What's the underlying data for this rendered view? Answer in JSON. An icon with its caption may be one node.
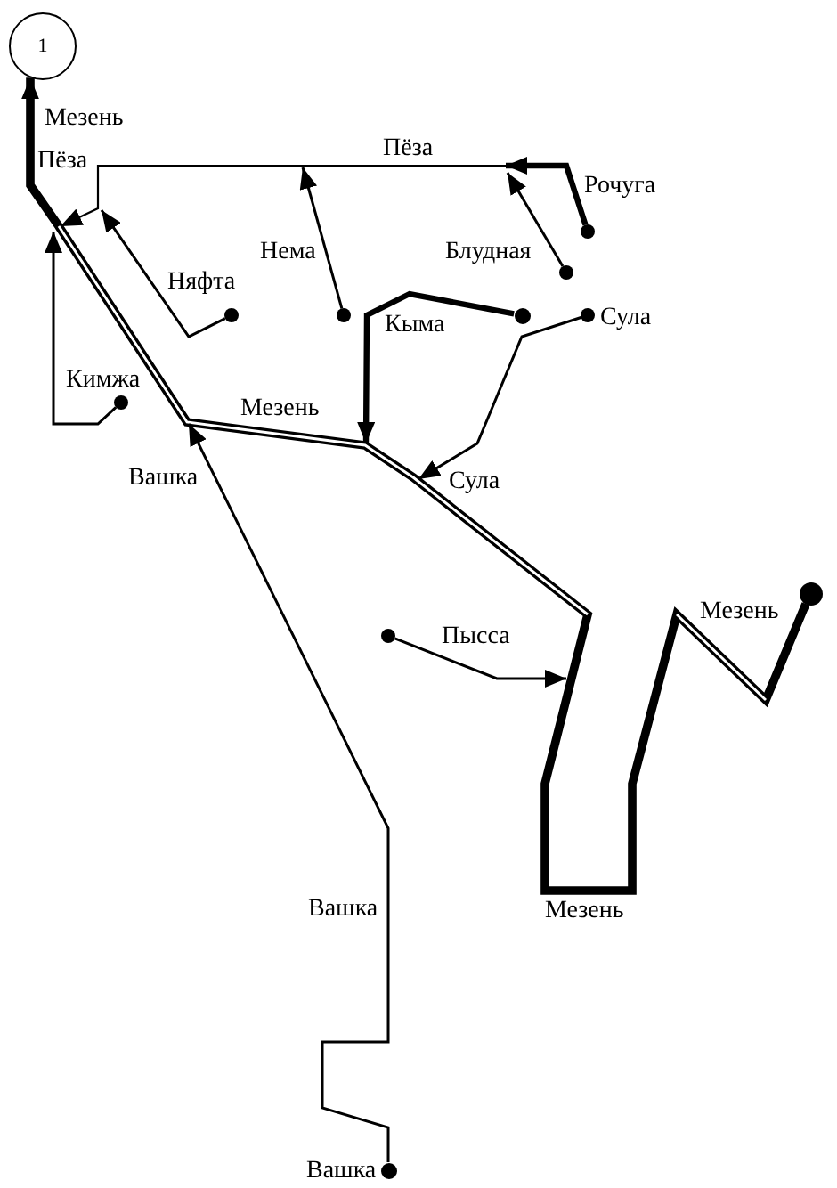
{
  "diagram": {
    "nodes": [
      {
        "text": [
          "1"
        ]
      },
      {
        "text": [],
        "shape": "dot"
      },
      {
        "text": [],
        "shape": "dot"
      },
      {
        "text": [],
        "shape": "dot"
      },
      {
        "text": [],
        "shape": "dot"
      },
      {
        "text": [],
        "shape": "dot"
      },
      {
        "text": [],
        "shape": "dot"
      },
      {
        "text": [],
        "shape": "dot"
      },
      {
        "text": [],
        "shape": "dot"
      },
      {
        "text": [],
        "shape": "dot"
      },
      {
        "text": [],
        "shape": "dot"
      }
    ],
    "edges": [
      {
        "from": 1,
        "to": null,
        "arrow": "to",
        "label": "Рочуга",
        "style": "thick"
      },
      {
        "from": 2,
        "to": null,
        "arrow": "to",
        "label": "Блудная"
      },
      {
        "from": 3,
        "to": null,
        "arrow": "to",
        "label": "Няфта"
      },
      {
        "from": 4,
        "to": null,
        "arrow": "to",
        "label": "Нема"
      },
      {
        "from": 5,
        "to": null,
        "arrow": "to",
        "label": "Кыма",
        "style": "thick"
      },
      {
        "from": 6,
        "to": null,
        "arrow": "to",
        "label": "Сула"
      },
      {
        "from": 7,
        "to": null,
        "arrow": "to",
        "label": "Кимжа"
      },
      {
        "from": 8,
        "to": 0,
        "arrow": "to",
        "label": "Мезень",
        "style": "thick"
      },
      {
        "from": 9,
        "to": null,
        "arrow": "to",
        "label": "Пысса"
      },
      {
        "from": 10,
        "to": null,
        "arrow": "to",
        "label": "Вашка"
      }
    ],
    "labels": [
      "Мезень",
      "Пёза",
      "Пёза",
      "Сула",
      "Вашка",
      "Мезень",
      "Мезень",
      "Вашка"
    ]
  }
}
